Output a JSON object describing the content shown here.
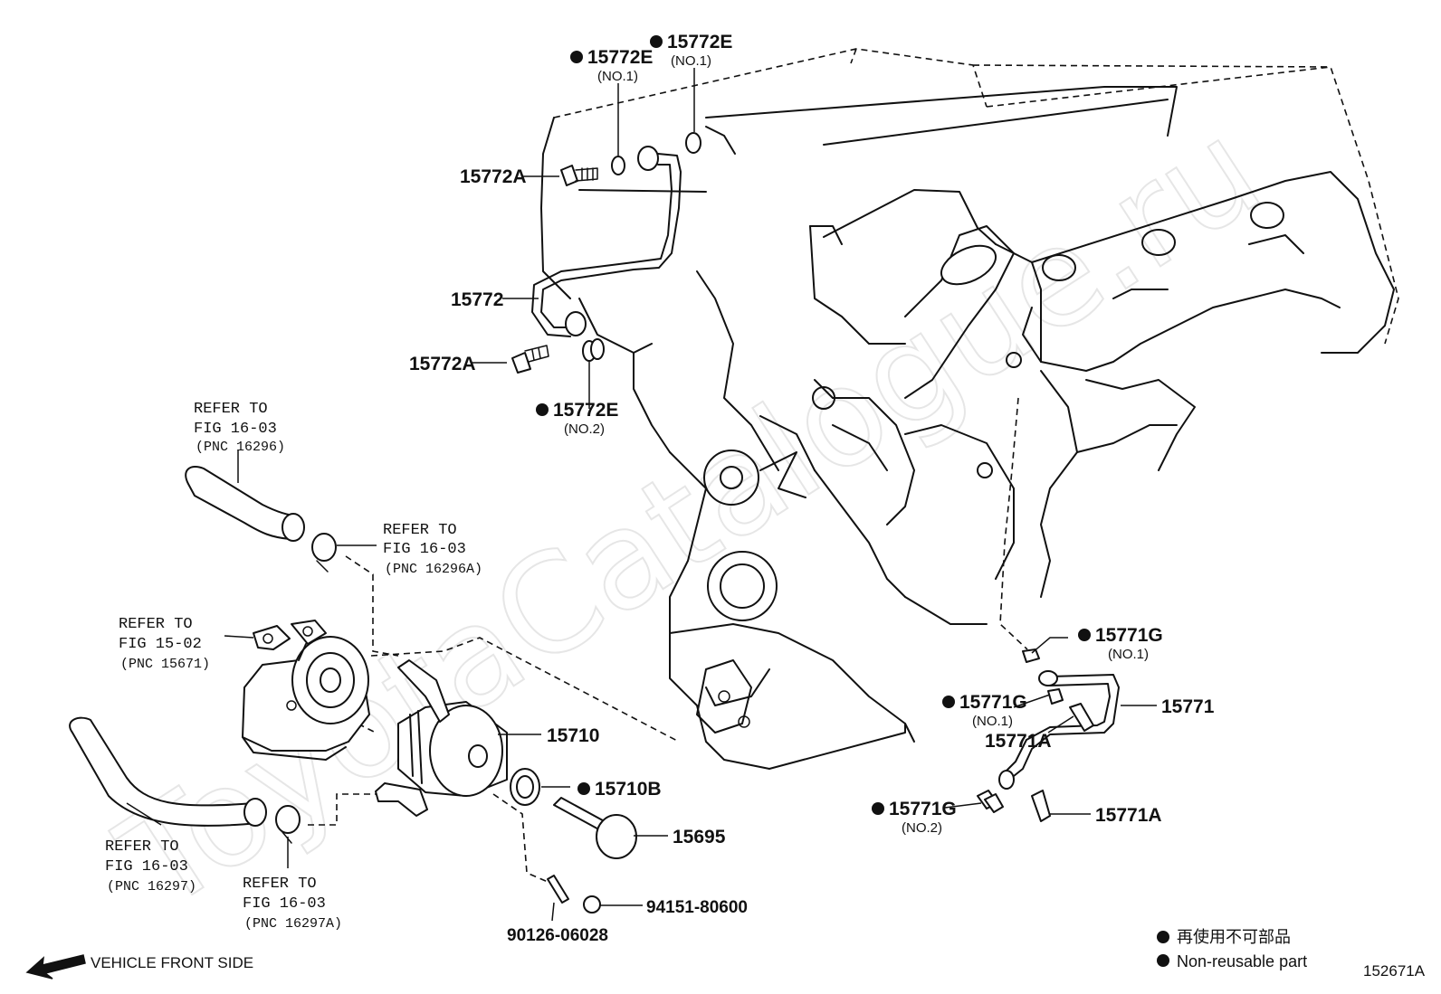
{
  "watermark": "ToyotaCatalogue.ru",
  "callouts": {
    "c15772E_top_left": {
      "pn": "15772E",
      "sub": "(NO.1)",
      "nonreusable": true
    },
    "c15772E_top_right": {
      "pn": "15772E",
      "sub": "(NO.1)",
      "nonreusable": true
    },
    "c15772A_top": {
      "pn": "15772A"
    },
    "c15772": {
      "pn": "15772"
    },
    "c15772A_bottom": {
      "pn": "15772A"
    },
    "c15772E_no2": {
      "pn": "15772E",
      "sub": "(NO.2)",
      "nonreusable": true
    },
    "c15710": {
      "pn": "15710"
    },
    "c15710B": {
      "pn": "15710B",
      "nonreusable": true
    },
    "c15695": {
      "pn": "15695"
    },
    "c94151": {
      "pn": "94151-80600"
    },
    "c90126": {
      "pn": "90126-06028"
    },
    "c15771G_top": {
      "pn": "15771G",
      "sub": "(NO.1)",
      "nonreusable": true
    },
    "c15771G_mid": {
      "pn": "15771G",
      "sub": "(NO.1)",
      "nonreusable": true
    },
    "c15771": {
      "pn": "15771"
    },
    "c15771A_mid": {
      "pn": "15771A"
    },
    "c15771G_no2": {
      "pn": "15771G",
      "sub": "(NO.2)",
      "nonreusable": true
    },
    "c15771A_bottom": {
      "pn": "15771A"
    }
  },
  "refs": {
    "r16296": {
      "l1": "REFER TO",
      "l2": "FIG 16-03",
      "l3": "(PNC 16296)"
    },
    "r16296A": {
      "l1": "REFER TO",
      "l2": "FIG 16-03",
      "l3": "(PNC 16296A)"
    },
    "r15671": {
      "l1": "REFER TO",
      "l2": "FIG 15-02",
      "l3": "(PNC 15671)"
    },
    "r16297": {
      "l1": "REFER TO",
      "l2": "FIG 16-03",
      "l3": "(PNC 16297)"
    },
    "r16297A": {
      "l1": "REFER TO",
      "l2": "FIG 16-03",
      "l3": "(PNC 16297A)"
    }
  },
  "footer": {
    "direction_label": "VEHICLE FRONT SIDE",
    "legend_jp": "再使用不可部品",
    "legend_en": "Non-reusable part",
    "figure_id": "152671A"
  }
}
